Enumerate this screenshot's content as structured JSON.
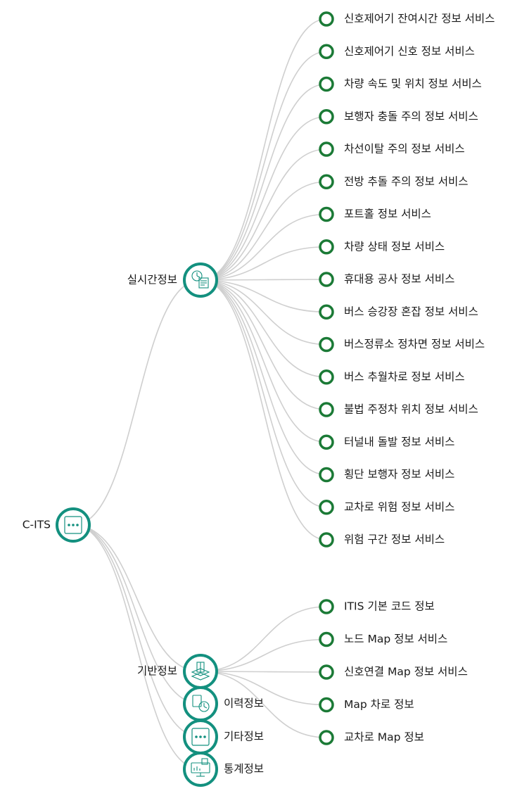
{
  "colors": {
    "hub": "#13907f",
    "leaf": "#1b7a36",
    "edge": "#cfcfcf",
    "text": "#1a1a1a"
  },
  "root": {
    "label": "C-ITS",
    "icon": "more-dots-icon"
  },
  "realtime": {
    "label": "실시간정보",
    "icon": "clock-document-icon",
    "services": [
      "신호제어기 잔여시간 정보 서비스",
      "신호제어기 신호 정보 서비스",
      "차량 속도 및 위치 정보 서비스",
      "보행자 충돌 주의 정보 서비스",
      "차선이탈 주의 정보 서비스",
      "전방 추돌 주의 정보 서비스",
      "포트홀 정보 서비스",
      "차량 상태 정보 서비스",
      "휴대용 공사 정보 서비스",
      "버스 승강장 혼잡 정보 서비스",
      "버스정류소 정차면 정보 서비스",
      "버스 추월차로 정보 서비스",
      "불법 주정차 위치 정보 서비스",
      "터널내 돌발 정보 서비스",
      "횡단 보행자 정보 서비스",
      "교차로 위험 정보 서비스",
      "위험 구간 정보 서비스"
    ]
  },
  "base": {
    "label": "기반정보",
    "icon": "map-layers-icon",
    "services": [
      "ITIS 기본 코드 정보",
      "노드 Map 정보 서비스",
      "신호연결 Map 정보 서비스",
      "Map 차로 정보",
      "교차로 Map 정보"
    ]
  },
  "history": {
    "label": "이력정보",
    "icon": "history-clock-icon"
  },
  "etc": {
    "label": "기타정보",
    "icon": "more-dots-icon"
  },
  "stats": {
    "label": "통계정보",
    "icon": "statistics-monitor-icon"
  }
}
